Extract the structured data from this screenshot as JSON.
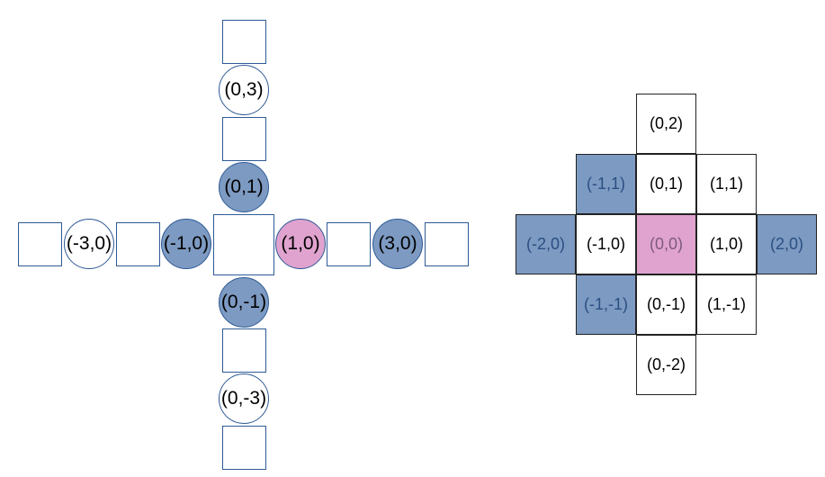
{
  "colors": {
    "blue_fill": "#7d9ac2",
    "pink_fill": "#e0a3cf",
    "outline_blue": "#2e5a96",
    "grid_border": "#222222",
    "white": "#ffffff",
    "blue_cell_text": "#2a4f82",
    "pink_cell_text": "#7d5a80",
    "plain_text": "#000000"
  },
  "left_diagram": {
    "center_square": {
      "label": ""
    },
    "circles": [
      {
        "label": "(0,3)",
        "fill": "white"
      },
      {
        "label": "(0,1)",
        "fill": "blue"
      },
      {
        "label": "(-3,0)",
        "fill": "white"
      },
      {
        "label": "(-1,0)",
        "fill": "blue"
      },
      {
        "label": "(1,0)",
        "fill": "pink"
      },
      {
        "label": "(3,0)",
        "fill": "blue"
      },
      {
        "label": "(0,-1)",
        "fill": "blue"
      },
      {
        "label": "(0,-3)",
        "fill": "white"
      }
    ]
  },
  "right_grid": {
    "cells": [
      {
        "label": "(0,2)",
        "fill": "white"
      },
      {
        "label": "(-1,1)",
        "fill": "blue"
      },
      {
        "label": "(0,1)",
        "fill": "white"
      },
      {
        "label": "(1,1)",
        "fill": "white"
      },
      {
        "label": "(-2,0)",
        "fill": "blue"
      },
      {
        "label": "(-1,0)",
        "fill": "white"
      },
      {
        "label": "(0,0)",
        "fill": "pink"
      },
      {
        "label": "(1,0)",
        "fill": "white"
      },
      {
        "label": "(2,0)",
        "fill": "blue"
      },
      {
        "label": "(-1,-1)",
        "fill": "blue"
      },
      {
        "label": "(0,-1)",
        "fill": "white"
      },
      {
        "label": "(1,-1)",
        "fill": "white"
      },
      {
        "label": "(0,-2)",
        "fill": "white"
      }
    ]
  }
}
